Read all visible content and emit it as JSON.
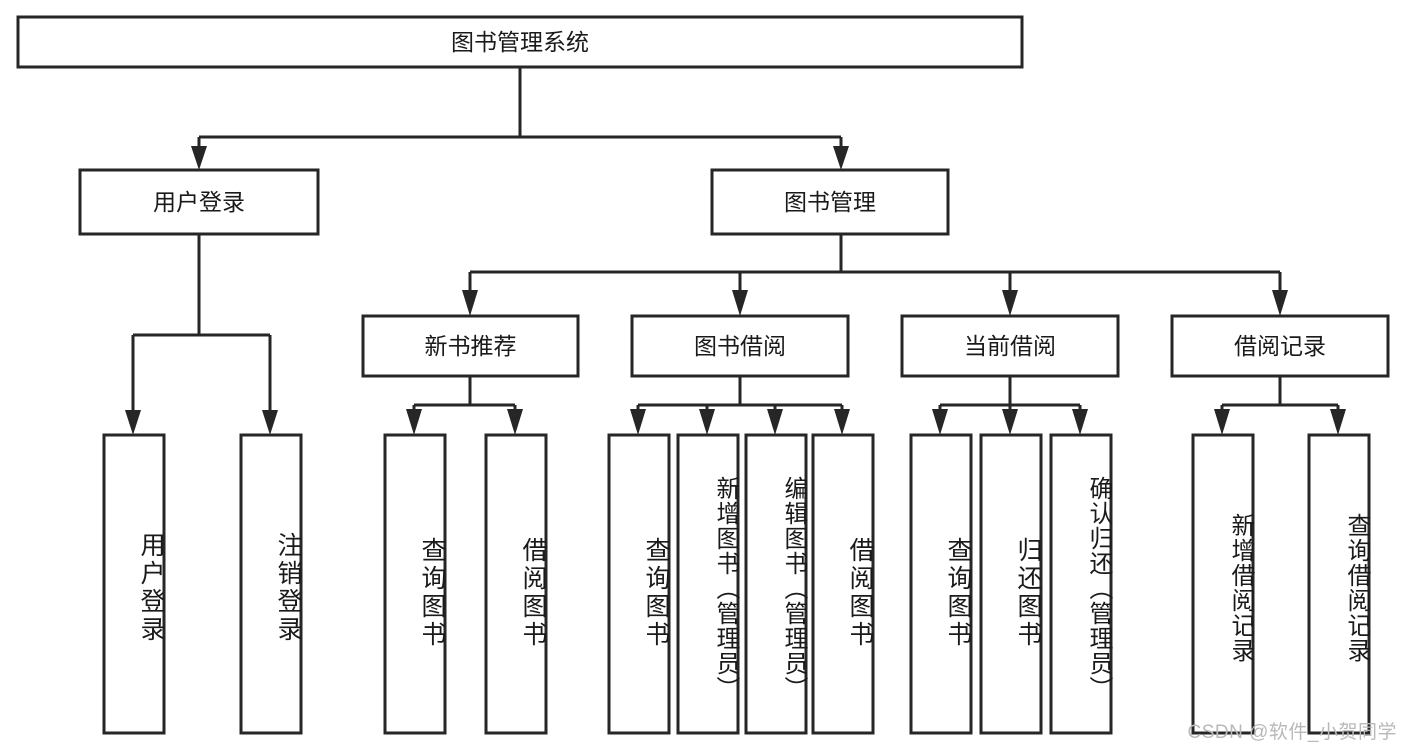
{
  "diagram": {
    "title": "图书管理系统",
    "type": "hierarchy-tree",
    "watermark": "CSDN @软件_小贺同学",
    "colors": {
      "stroke": "#262626",
      "fill": "#ffffff",
      "text": "#1a1a1a",
      "watermark": "#b9b9b9"
    },
    "nodes": {
      "root": {
        "label": "图书管理系统",
        "level": 0
      },
      "l1": [
        {
          "id": "user-login",
          "label": "用户登录"
        },
        {
          "id": "book-manage",
          "label": "图书管理"
        }
      ],
      "l2": [
        {
          "id": "new-book-recommend",
          "label": "新书推荐",
          "parent": "book-manage"
        },
        {
          "id": "book-borrow",
          "label": "图书借阅",
          "parent": "book-manage"
        },
        {
          "id": "current-borrow",
          "label": "当前借阅",
          "parent": "book-manage"
        },
        {
          "id": "borrow-record",
          "label": "借阅记录",
          "parent": "book-manage"
        }
      ],
      "leaves": {
        "user-login": [
          {
            "id": "leaf-user-login",
            "label": "用户登录"
          },
          {
            "id": "leaf-logout-login",
            "label": "注销登录"
          }
        ],
        "new-book-recommend": [
          {
            "id": "leaf-query-book-1",
            "label": "查询图书"
          },
          {
            "id": "leaf-borrow-book-1",
            "label": "借阅图书"
          }
        ],
        "book-borrow": [
          {
            "id": "leaf-query-book-2",
            "label": "查询图书"
          },
          {
            "id": "leaf-add-book-admin",
            "label": "新增图书（管理员）"
          },
          {
            "id": "leaf-edit-book-admin",
            "label": "编辑图书（管理员）"
          },
          {
            "id": "leaf-borrow-book-2",
            "label": "借阅图书"
          }
        ],
        "current-borrow": [
          {
            "id": "leaf-query-book-3",
            "label": "查询图书"
          },
          {
            "id": "leaf-return-book",
            "label": "归还图书"
          },
          {
            "id": "leaf-confirm-return-admin",
            "label": "确认归还（管理员）"
          }
        ],
        "borrow-record": [
          {
            "id": "leaf-add-borrow-record",
            "label": "新增借阅记录"
          },
          {
            "id": "leaf-query-borrow-record",
            "label": "查询借阅记录"
          }
        ]
      }
    }
  }
}
